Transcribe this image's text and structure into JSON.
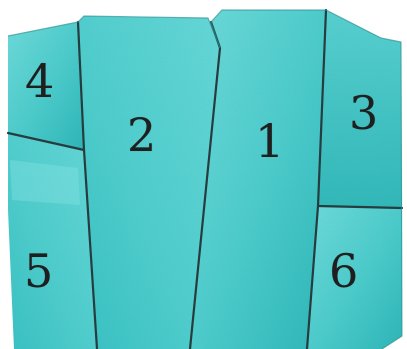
{
  "image": {
    "fragments": [
      {
        "id": "fragment-1",
        "label": "1"
      },
      {
        "id": "fragment-2",
        "label": "2"
      },
      {
        "id": "fragment-3",
        "label": "3"
      },
      {
        "id": "fragment-4",
        "label": "4"
      },
      {
        "id": "fragment-5",
        "label": "5"
      },
      {
        "id": "fragment-6",
        "label": "6"
      }
    ],
    "colors": {
      "background": "#ffffff",
      "fragment_fill": "#4ccfcf",
      "fragment_fill_light": "#6fdede",
      "fragment_fill_dark": "#2ab7b8",
      "crack_line": "#263c3e",
      "label_color": "#1f1f1f"
    }
  }
}
